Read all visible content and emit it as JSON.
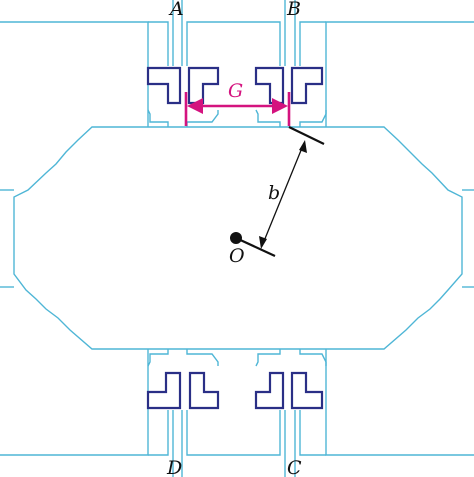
{
  "labels": {
    "A": "A",
    "B": "B",
    "C": "C",
    "D": "D",
    "G": "G",
    "b": "b",
    "O": "O"
  },
  "colors": {
    "outline": "#4fb6d6",
    "pad": "#2a2f86",
    "gap_arrow": "#d4137f",
    "ink": "#111111"
  }
}
